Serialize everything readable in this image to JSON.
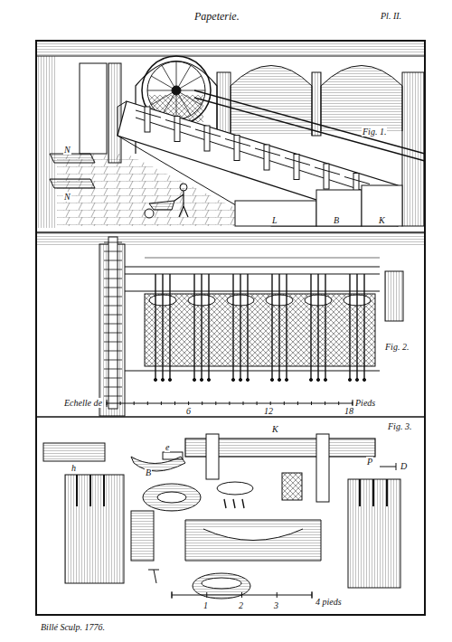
{
  "diagram": {
    "title": "Papeterie.",
    "labels": [
      "Pl. II.",
      "Fig. 1.",
      "N",
      "N",
      "L",
      "B",
      "K",
      "Fig. 2.",
      "Echelle de",
      "Pieds",
      "6",
      "12",
      "18",
      "Fig. 3.",
      "h",
      "B",
      "e",
      "K",
      "P",
      "D",
      "1",
      "2",
      "3",
      "4 pieds",
      "Billé Sculp. 1776."
    ]
  }
}
